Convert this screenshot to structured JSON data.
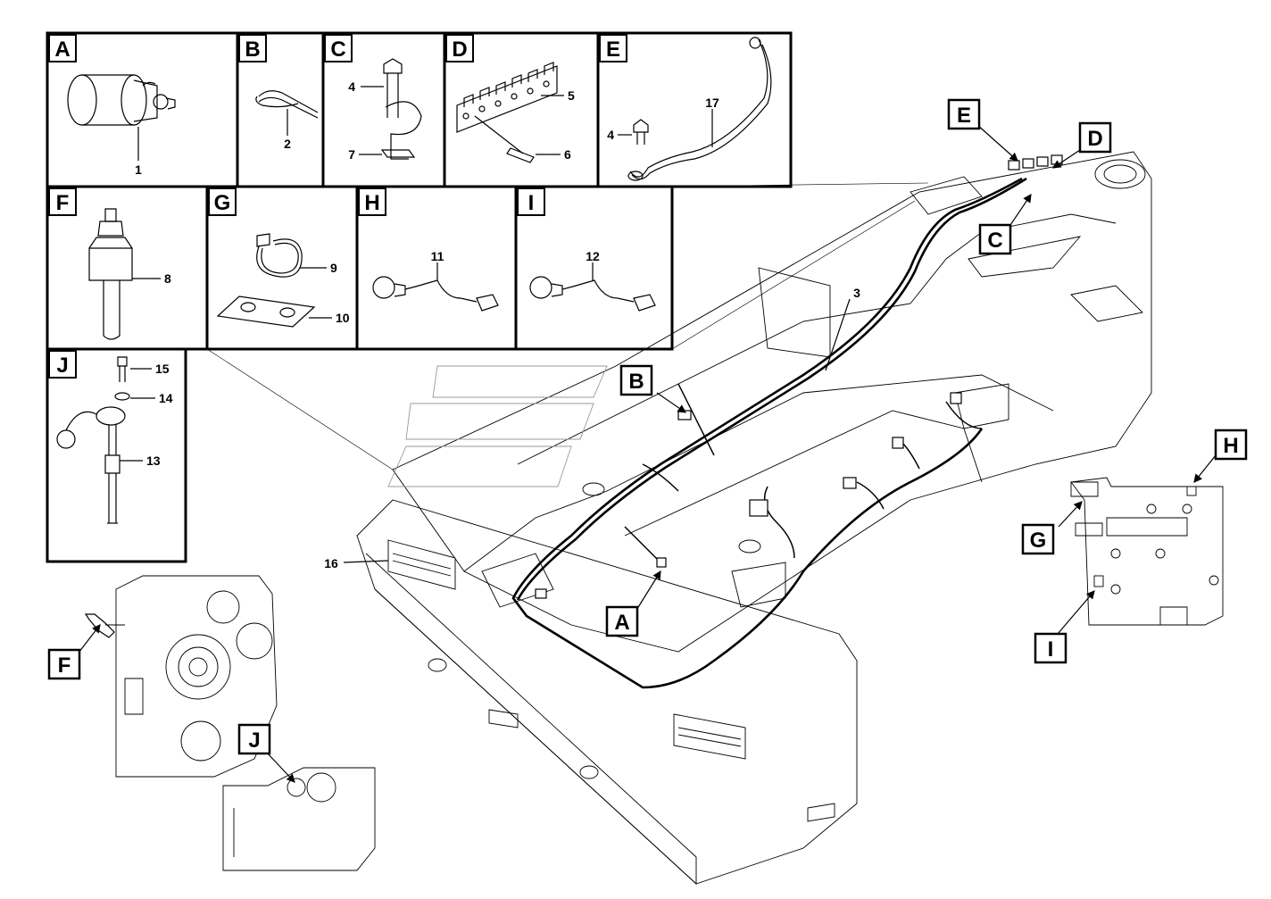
{
  "panels": [
    {
      "id": "A",
      "parts": [
        "1"
      ]
    },
    {
      "id": "B",
      "parts": [
        "2"
      ]
    },
    {
      "id": "C",
      "parts": [
        "4",
        "7"
      ]
    },
    {
      "id": "D",
      "parts": [
        "5",
        "6"
      ]
    },
    {
      "id": "E",
      "parts": [
        "4",
        "17"
      ]
    },
    {
      "id": "F",
      "parts": [
        "8"
      ]
    },
    {
      "id": "G",
      "parts": [
        "9",
        "10"
      ]
    },
    {
      "id": "H",
      "parts": [
        "11"
      ]
    },
    {
      "id": "I",
      "parts": [
        "12"
      ]
    },
    {
      "id": "J",
      "parts": [
        "15",
        "14",
        "13"
      ]
    }
  ],
  "main_labels": {
    "harness": "3",
    "lights": "16"
  },
  "callouts": [
    "A",
    "B",
    "C",
    "D",
    "E",
    "F",
    "G",
    "H",
    "I",
    "J"
  ]
}
